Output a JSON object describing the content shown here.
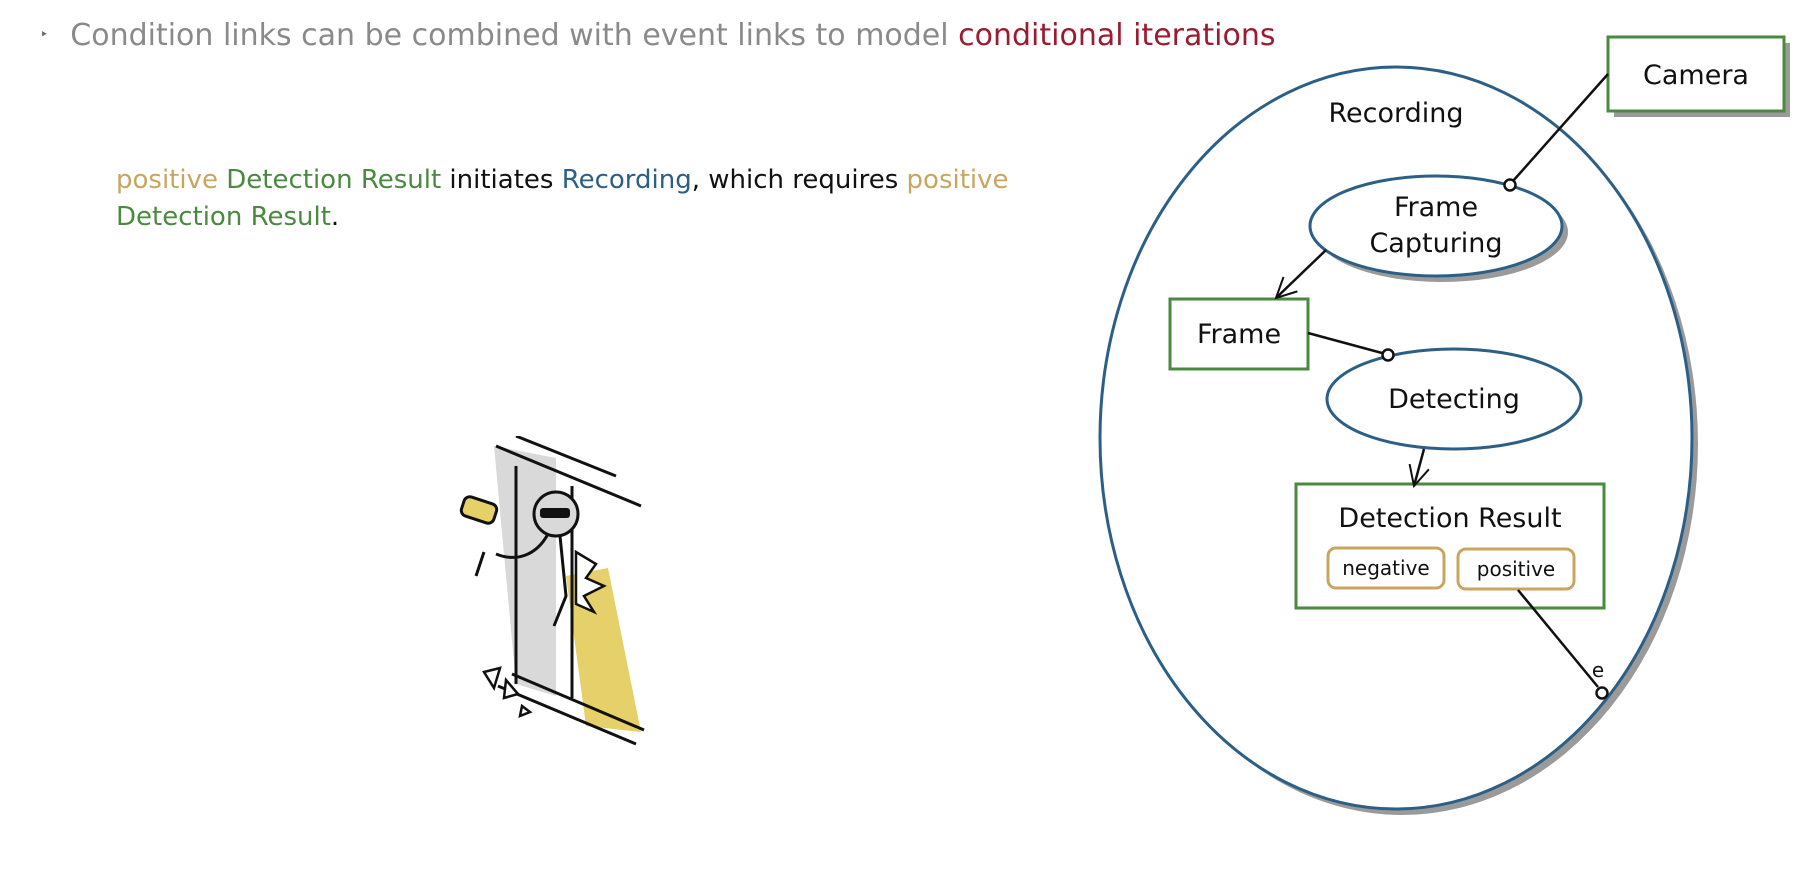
{
  "slide": {
    "bullet": {
      "marker": "‣",
      "text": "Condition links can be combined with event links to model ",
      "highlight": "conditional iterations",
      "accent_color": "#9b1c31"
    },
    "sentence": {
      "state_1": "positive",
      "object_1": "Detection Result",
      "verb_1": " initiates ",
      "process_1": "Recording",
      "verb_2": ", which requires ",
      "state_2": "positive",
      "object_2": "Detection Result",
      "end": "."
    }
  },
  "diagram": {
    "outer_process": "Recording",
    "camera": "Camera",
    "frame_capturing_line1": "Frame",
    "frame_capturing_line2": "Capturing",
    "frame": "Frame",
    "detecting": "Detecting",
    "detection_result": "Detection Result",
    "state_negative": "negative",
    "state_positive": "positive",
    "event_label": "e",
    "colors": {
      "process": "#2c5f86",
      "object": "#4a8a3f",
      "state": "#c8a660",
      "shadow": "#9a9a9a"
    }
  },
  "illustration": {
    "icon": "burglar-breaking-window-icon",
    "colors": {
      "glass": "#d9d9d9",
      "light": "#e6d06a"
    }
  }
}
